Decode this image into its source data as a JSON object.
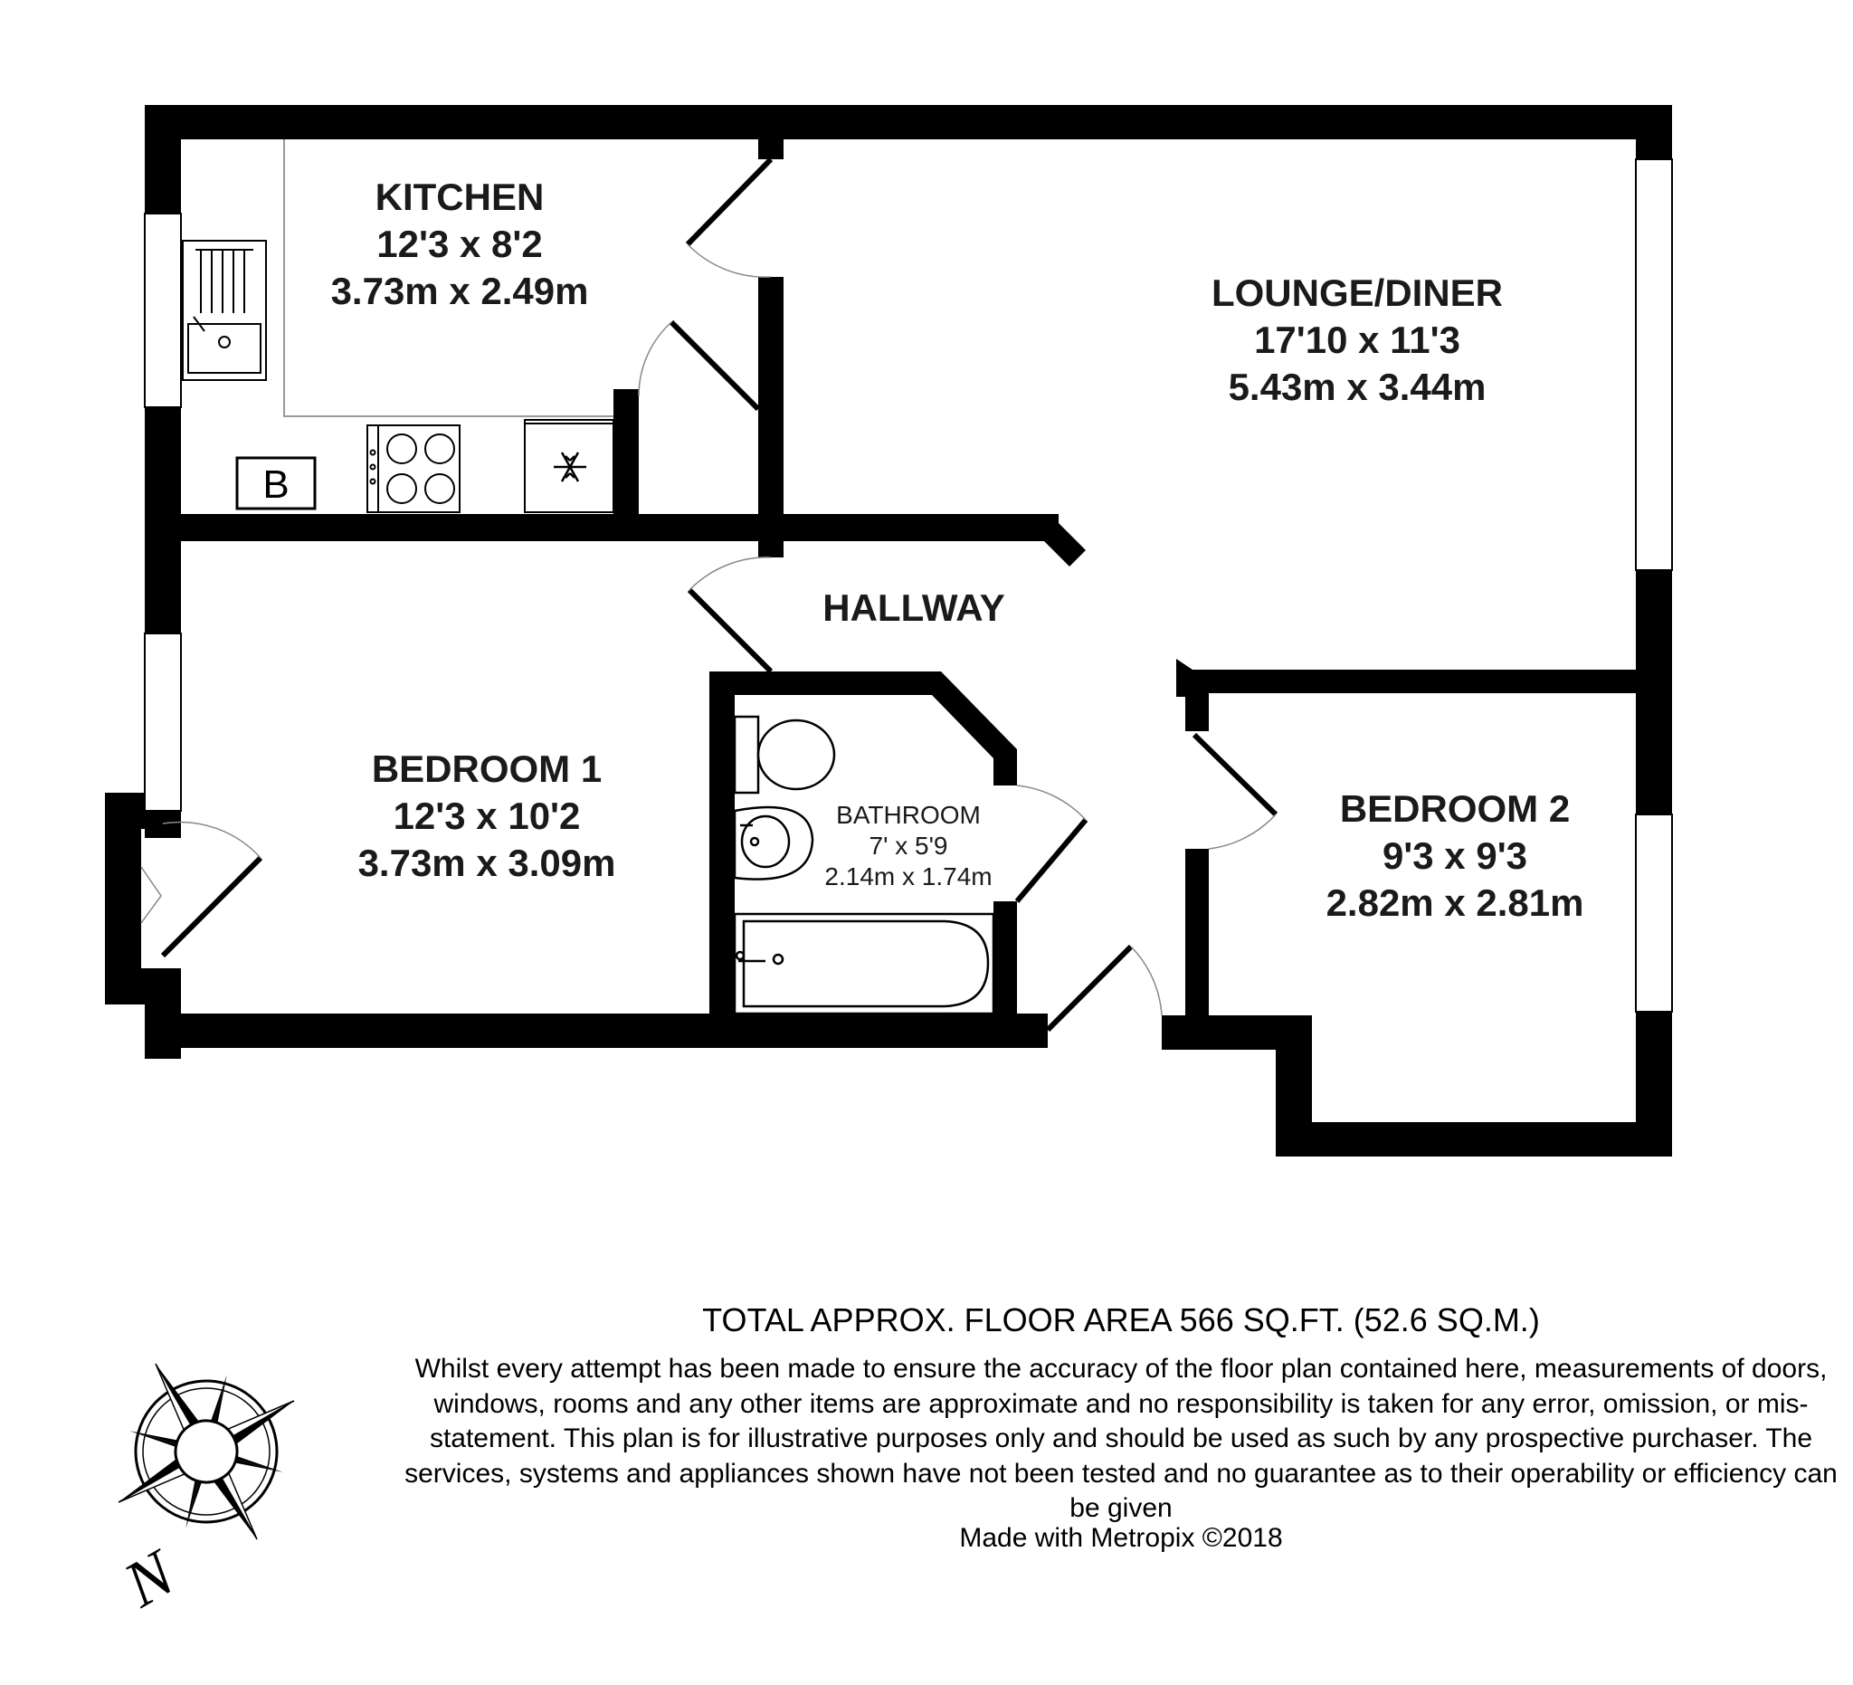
{
  "rooms": {
    "kitchen": {
      "name": "KITCHEN",
      "imperial": "12'3 x 8'2",
      "metric": "3.73m x 2.49m"
    },
    "lounge": {
      "name": "LOUNGE/DINER",
      "imperial": "17'10 x 11'3",
      "metric": "5.43m x 3.44m"
    },
    "hallway": {
      "name": "HALLWAY"
    },
    "bedroom1": {
      "name": "BEDROOM 1",
      "imperial": "12'3 x 10'2",
      "metric": "3.73m x 3.09m"
    },
    "bathroom": {
      "name": "BATHROOM",
      "imperial": "7' x 5'9",
      "metric": "2.14m x 1.74m"
    },
    "bedroom2": {
      "name": "BEDROOM 2",
      "imperial": "9'3 x 9'3",
      "metric": "2.82m x 2.81m"
    }
  },
  "fixtures": {
    "boiler_label": "B"
  },
  "footer": {
    "total_area": "TOTAL APPROX. FLOOR AREA 566 SQ.FT. (52.6 SQ.M.)",
    "disclaimer": "Whilst every attempt has been made to ensure the accuracy of the floor plan contained here, measurements of doors, windows, rooms and any other items are approximate and no responsibility is taken for any error, omission, or mis-statement. This plan is for illustrative purposes only and should be used as such by any prospective purchaser. The services, systems and appliances shown have not been tested and no guarantee as to their operability or efficiency can be given",
    "credit": "Made with Metropix ©2018"
  },
  "compass": {
    "north_label": "N"
  }
}
